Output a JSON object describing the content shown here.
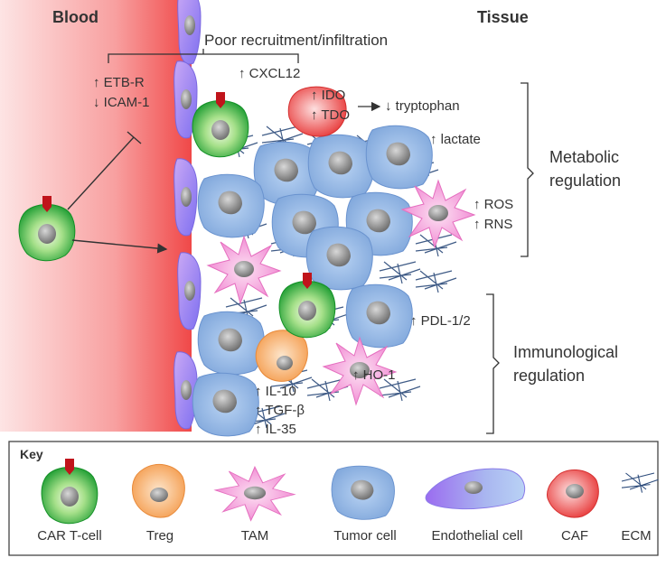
{
  "headers": {
    "blood": "Blood",
    "tissue": "Tissue"
  },
  "labels": {
    "poor_recruitment": "Poor recruitment/infiltration",
    "etbr": "↑ ETB-R",
    "icam1": "↓ ICAM-1",
    "cxcl12": "↑ CXCL12",
    "ido": "↑ IDO",
    "tdo": "↑ TDO",
    "tryptophan": "↓ tryptophan",
    "lactate": "↑ lactate",
    "ros": "↑ ROS",
    "rns": "↑ RNS",
    "pdl": "↑ PDL-1/2",
    "ho1": "↑ HO-1",
    "il10": "↑ IL-10",
    "tgfb": "↑ TGF-β",
    "il35": "↑ IL-35",
    "metabolic_1": "Metabolic",
    "metabolic_2": "regulation",
    "immuno_1": "Immunological",
    "immuno_2": "regulation"
  },
  "key": {
    "title": "Key",
    "items": [
      "CAR T-cell",
      "Treg",
      "TAM",
      "Tumor cell",
      "Endothelial cell",
      "CAF",
      "ECM"
    ]
  },
  "colors": {
    "blood": "#f25a5a",
    "car_t": "#2ea043",
    "treg": "#f5a45a",
    "tam": "#f07ed0",
    "tumor": "#7ea6dc",
    "endothelial": "#8f6fe8",
    "caf": "#ea4a4a",
    "ecm": "#2b4a7a"
  }
}
